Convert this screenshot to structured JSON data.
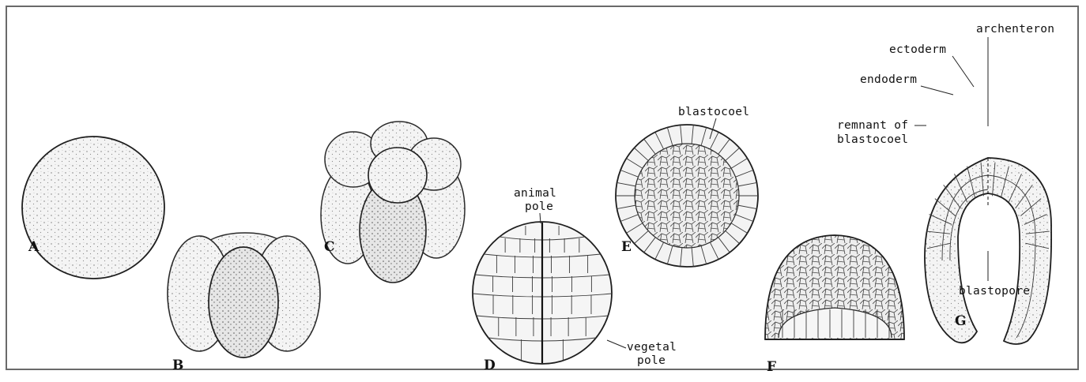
{
  "panels": {
    "a": "A",
    "b": "B",
    "c": "C",
    "d": "D",
    "e": "E",
    "f": "F",
    "g": "G"
  },
  "labels": {
    "animal_pole_1": "animal",
    "animal_pole_2": "pole",
    "vegetal_pole_1": "vegetal",
    "vegetal_pole_2": "pole",
    "blastocoel": "blastocoel",
    "archenteron": "archenteron",
    "ectoderm": "ectoderm",
    "endoderm": "endoderm",
    "remnant_1": "remnant of",
    "remnant_2": "blastocoel",
    "blastopore": "blastopore"
  }
}
